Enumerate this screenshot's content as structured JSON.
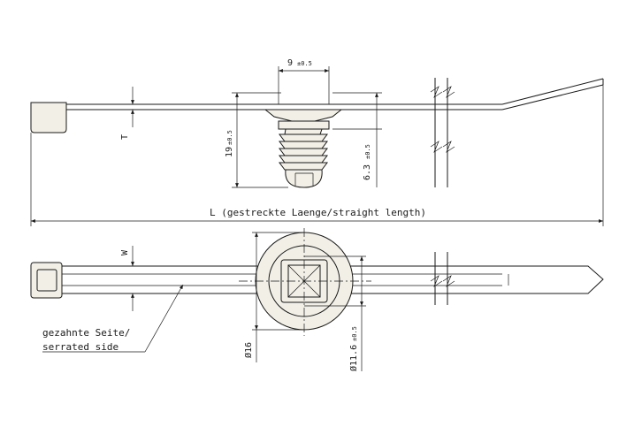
{
  "dimensions": {
    "width_9": {
      "value": "9",
      "tol": "±0.5"
    },
    "height_19": {
      "value": "19",
      "tol": "±0.5"
    },
    "height_6_3": {
      "value": "6.3",
      "tol": "±0.5"
    },
    "thickness": {
      "value": "T"
    },
    "width": {
      "value": "W"
    },
    "length": {
      "value": "L (gestreckte Laenge/straight length)"
    },
    "dia_16": {
      "value": "Ø16"
    },
    "dia_11_6": {
      "value": "Ø11.6",
      "tol": "±0.5"
    }
  },
  "callout": {
    "line1": "gezahnte Seite/",
    "line2": "serrated side"
  }
}
